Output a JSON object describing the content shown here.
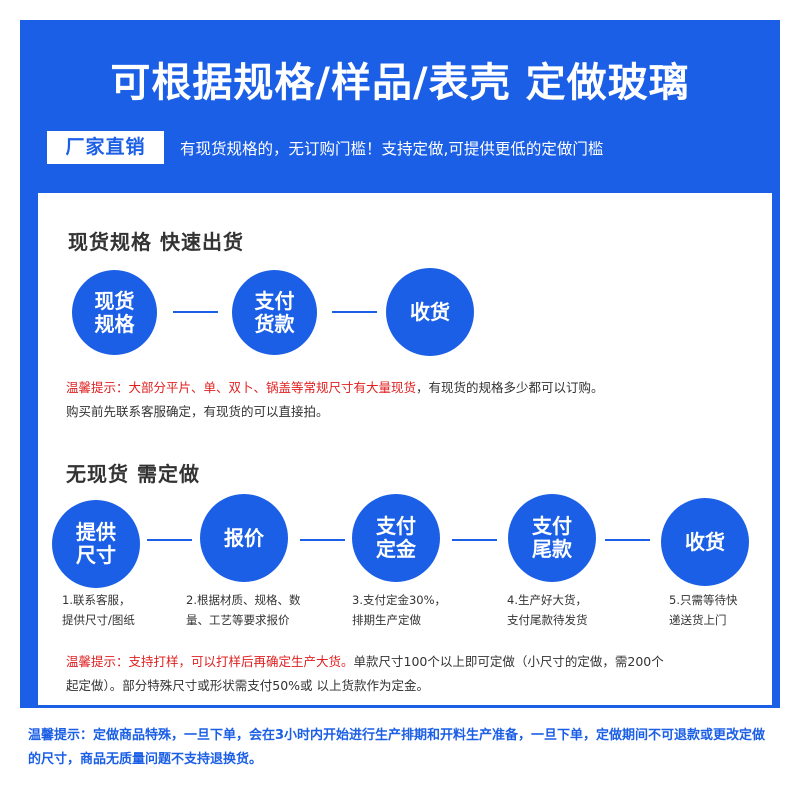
{
  "header": {
    "title": "可根据规格/样品/表壳  定做玻璃",
    "tag": "厂家直销",
    "subtitle": "有现货规格的，无订购门槛！支持定做,可提供更低的定做门槛"
  },
  "stock": {
    "title": "现货规格  快速出货",
    "steps": [
      {
        "line1": "现货",
        "line2": "规格"
      },
      {
        "line1": "支付",
        "line2": "货款"
      },
      {
        "line1": "收货",
        "line2": ""
      }
    ],
    "tip_red": "温馨提示：大部分平片、单、双卜、锅盖等常规尺寸有大量现货",
    "tip_rest": "，有现货的规格多少都可以订购。",
    "tip_line2": "购买前先联系客服确定，有现货的可以直接拍。"
  },
  "custom": {
    "title": "无现货  需定做",
    "steps": [
      {
        "line1": "提供",
        "line2": "尺寸",
        "desc1": "1.联系客服，",
        "desc2": "提供尺寸/图纸"
      },
      {
        "line1": "报价",
        "line2": "",
        "desc1": "2.根据材质、规格、数",
        "desc2": "量、工艺等要求报价"
      },
      {
        "line1": "支付",
        "line2": "定金",
        "desc1": "3.支付定金30%，",
        "desc2": "排期生产定做"
      },
      {
        "line1": "支付",
        "line2": "尾款",
        "desc1": "4.生产好大货，",
        "desc2": "支付尾款待发货"
      },
      {
        "line1": "收货",
        "line2": "",
        "desc1": "5.只需等待快",
        "desc2": "递送货上门"
      }
    ],
    "tip_red": "温馨提示：支持打样，可以打样后再确定生产大货。",
    "tip_rest": "单款尺寸100个以上即可定做（小尺寸的定做，需200个",
    "tip_line2": "起定做）。部分特殊尺寸或形状需支付50%或 以上货款作为定金。"
  },
  "footer": {
    "tip": "温馨提示：定做商品特殊，一旦下单，会在3小时内开始进行生产排期和开料生产准备，一旦下单，定做期间不可退款或更改定做的尺寸，商品无质量问题不支持退换货。"
  },
  "colors": {
    "accent": "#1b5fe6",
    "warning": "#e02020"
  }
}
